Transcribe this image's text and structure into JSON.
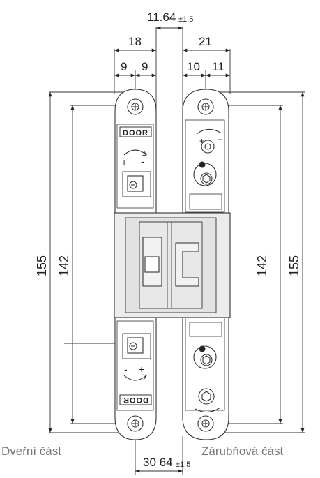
{
  "dimensions": {
    "offset_main": "11.64",
    "offset_tol": "±1,5",
    "door_width": "18",
    "door_half_left": "9",
    "door_half_right": "9",
    "frame_width": "21",
    "frame_half_left": "10",
    "frame_half_right": "11",
    "height_total_left": "155",
    "height_inner_left": "142",
    "height_inner_right": "142",
    "height_total_right": "155",
    "bottom_main": "30 64",
    "bottom_tol": "±1 5"
  },
  "labels": {
    "door_part": "Dveřní část",
    "frame_part": "Zárubňová část",
    "brand_top": "DOOR",
    "brand_bottom": "DOOR",
    "plus_symbol": "+",
    "minus_symbol": "-"
  },
  "colors": {
    "line": "#333333",
    "body_fill": "#ffffff",
    "center_fill": "#e8e8e8"
  }
}
